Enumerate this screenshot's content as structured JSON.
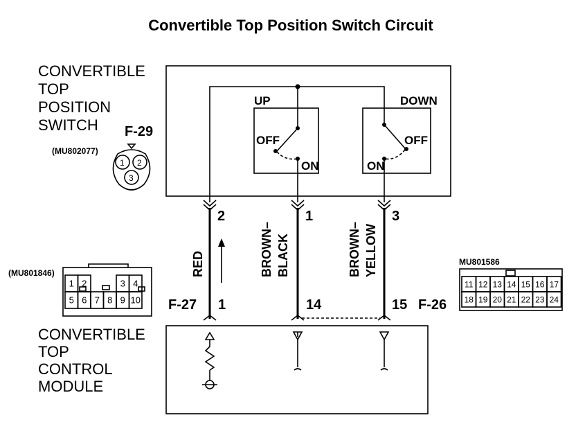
{
  "title": "Convertible Top Position Switch Circuit",
  "switch_unit": {
    "name_lines": [
      "CONVERTIBLE",
      "TOP",
      "POSITION",
      "SWITCH"
    ],
    "connector_id": "F-29",
    "part_number": "(MU802077)",
    "pins": [
      "1",
      "2",
      "3"
    ],
    "up_switch": {
      "label": "UP",
      "off": "OFF",
      "on": "ON"
    },
    "down_switch": {
      "label": "DOWN",
      "off": "OFF",
      "on": "ON"
    }
  },
  "wires": [
    {
      "switch_pin": "2",
      "color": "RED",
      "module_pin": "1"
    },
    {
      "switch_pin": "1",
      "color_lines": [
        "BROWN–",
        "BLACK"
      ],
      "module_pin": "14"
    },
    {
      "switch_pin": "3",
      "color_lines": [
        "BROWN–",
        "YELLOW"
      ],
      "module_pin": "15"
    }
  ],
  "module_connectors": {
    "left_id": "F-27",
    "right_id": "F-26"
  },
  "connector_f27": {
    "part_number": "(MU801846)",
    "row1": [
      "1",
      "2",
      "",
      "",
      "3",
      "4"
    ],
    "row2": [
      "5",
      "6",
      "7",
      "8",
      "9",
      "10"
    ]
  },
  "connector_f26": {
    "part_number": "MU801586",
    "row1": [
      "11",
      "12",
      "13",
      "14",
      "15",
      "16",
      "17"
    ],
    "row2": [
      "18",
      "19",
      "20",
      "21",
      "22",
      "23",
      "24"
    ]
  },
  "module": {
    "name_lines": [
      "CONVERTIBLE",
      "TOP",
      "CONTROL",
      "MODULE"
    ]
  }
}
